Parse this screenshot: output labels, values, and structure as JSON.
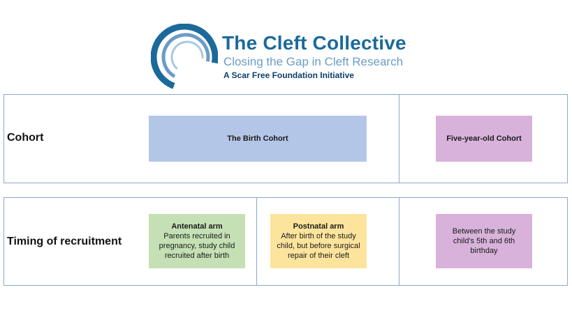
{
  "logo": {
    "title": "The Cleft Collective",
    "subtitle": "Closing the Gap in Cleft Research",
    "tagline": "A Scar Free Foundation Initiative",
    "colors": {
      "primary": "#1b6a9b",
      "secondary": "#6a9cc5",
      "dark": "#0f3d6b"
    }
  },
  "cohort_row": {
    "label": "Cohort",
    "birth_cohort": "The Birth Cohort",
    "five_year_cohort": "Five-year-old Cohort"
  },
  "timing_row": {
    "label": "Timing of recruitment",
    "antenatal": {
      "title": "Antenatal arm",
      "text": "Parents recruited in pregnancy, study child recruited after birth"
    },
    "postnatal": {
      "title": "Postnatal arm",
      "text": "After birth of the study child, but before surgical repair of their cleft"
    },
    "five_year": {
      "text": "Between the study child's 5th and 6th birthday"
    }
  },
  "colors": {
    "birth_cohort": "#b4c6e7",
    "five_year": "#d8b2da",
    "antenatal": "#c4e0b4",
    "postnatal": "#fde49c",
    "border": "#8aa8cc"
  }
}
